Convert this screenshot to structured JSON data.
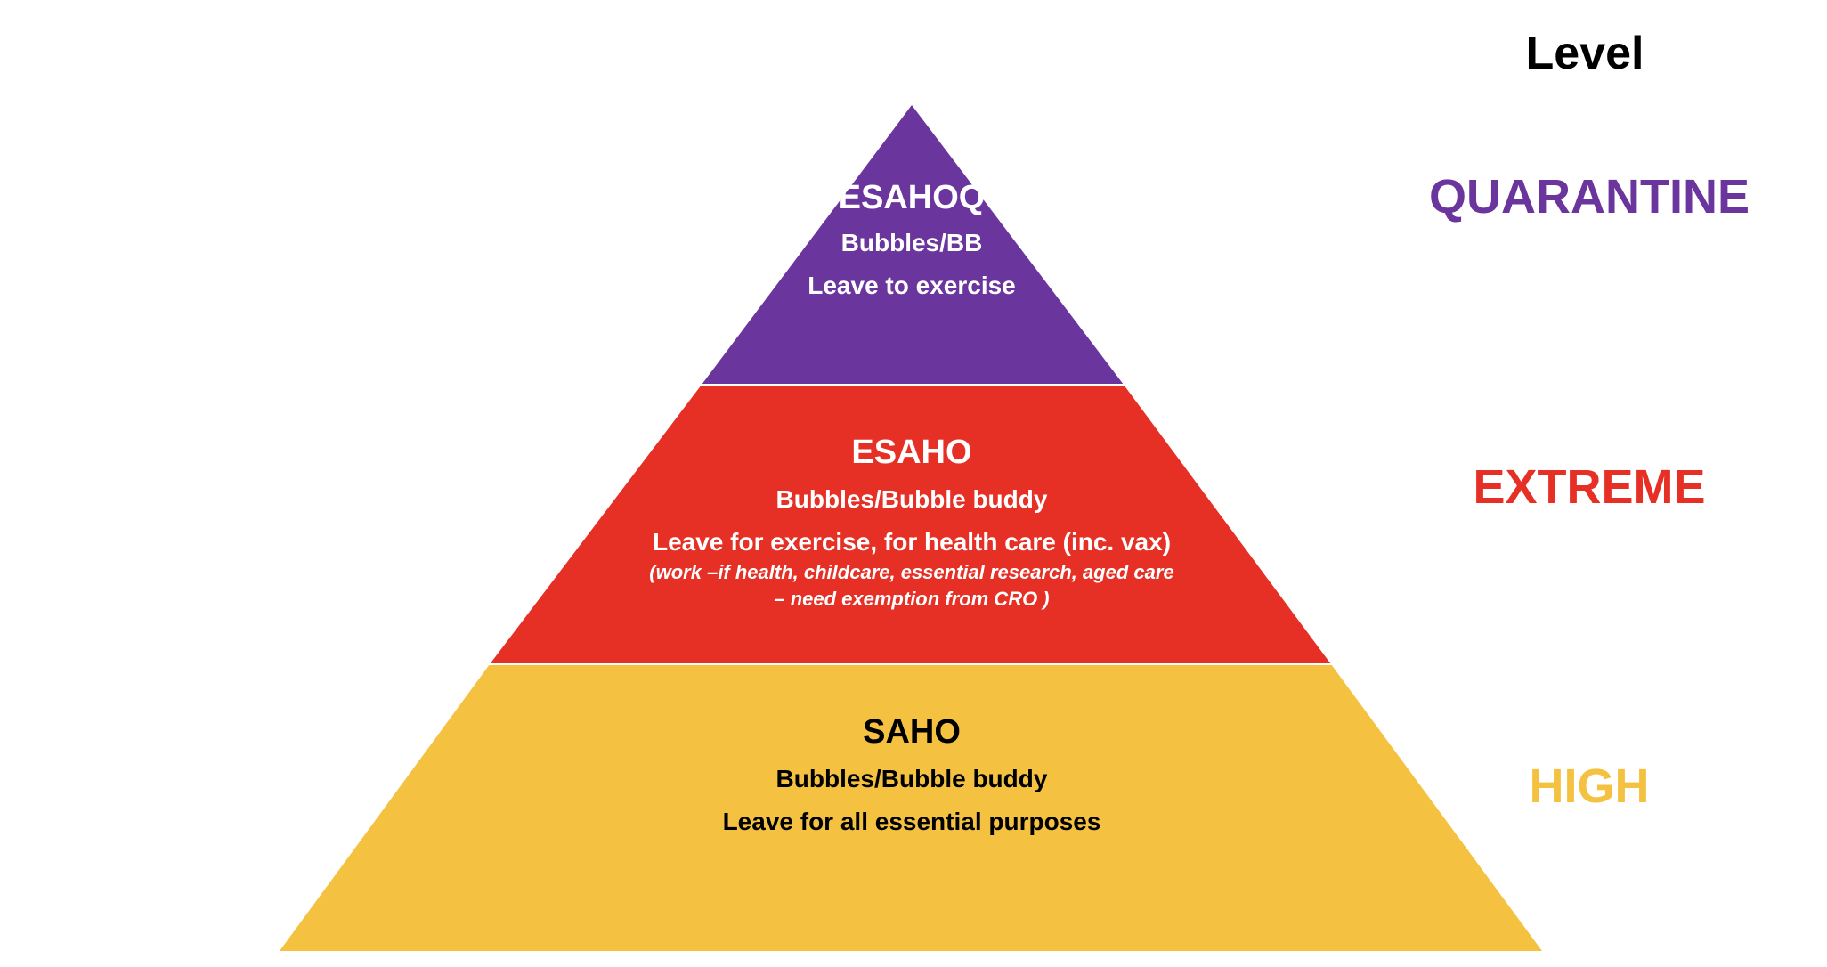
{
  "heading": "Level",
  "colors": {
    "quarantine": "#6A359C",
    "extreme": "#E63025",
    "high": "#F4C240",
    "white_text": "#FFFFFF",
    "dark_text": "#000000"
  },
  "tiers": [
    {
      "level": "QUARANTINE",
      "name": "ESAHOQ",
      "lines": [
        "Bubbles/BB",
        "Leave to exercise"
      ],
      "note": ""
    },
    {
      "level": "EXTREME",
      "name": "ESAHO",
      "lines": [
        "Bubbles/Bubble buddy",
        "Leave for exercise, for health care (inc. vax)"
      ],
      "note": "(work –if health, childcare, essential research, aged care – need exemption from CRO )"
    },
    {
      "level": "HIGH",
      "name": "SAHO",
      "lines": [
        "Bubbles/Bubble buddy",
        "Leave for all essential purposes"
      ],
      "note": ""
    }
  ]
}
